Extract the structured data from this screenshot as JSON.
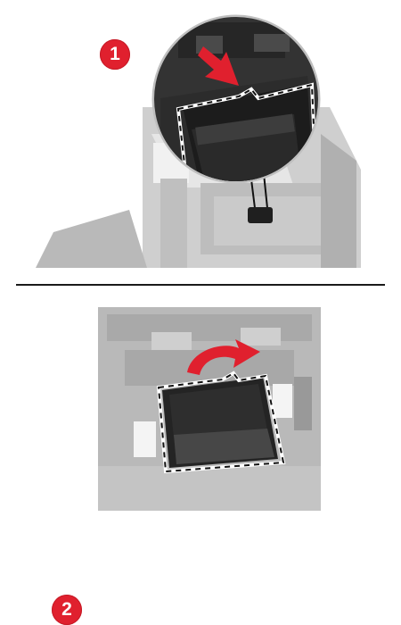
{
  "steps": [
    {
      "number": "1",
      "badge_color": "#e0202e"
    },
    {
      "number": "2",
      "badge_color": "#e0202e"
    }
  ],
  "icons": {
    "push_arrow": "red-arrow-down-right",
    "rotate_arrow": "red-curved-arrow-right"
  },
  "colors": {
    "accent": "#e0202e",
    "printer_light": "#c9c9c9",
    "printer_dark": "#2a2a2a"
  }
}
